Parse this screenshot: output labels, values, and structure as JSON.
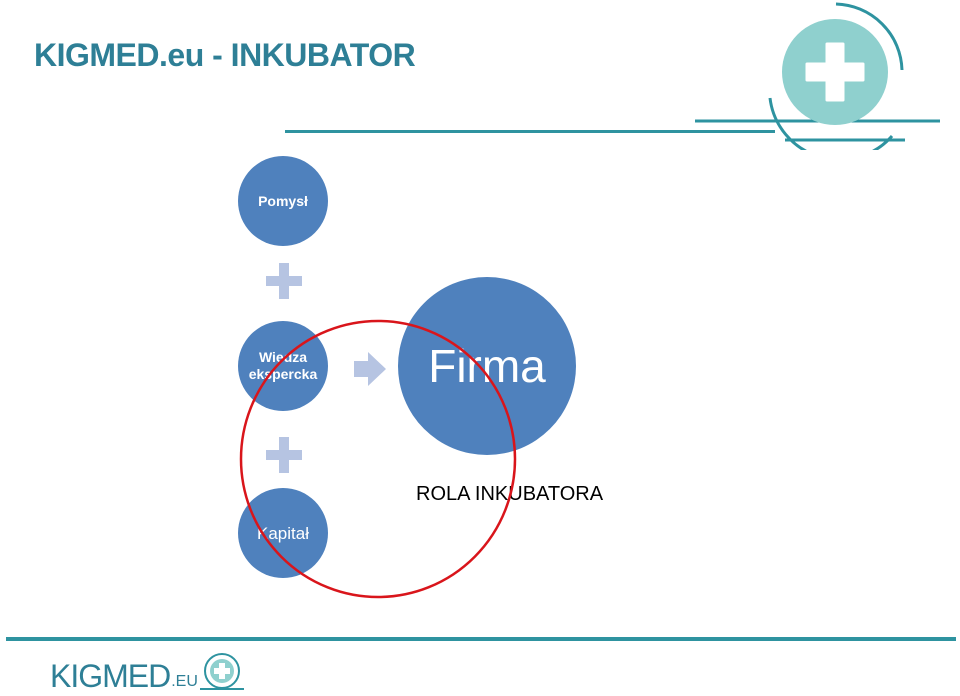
{
  "header": {
    "title": "KIGMED.eu - INKUBATOR"
  },
  "diagram": {
    "nodes": {
      "pomysl": "Pomysł",
      "wiedza_line1": "Wiedza",
      "wiedza_line2": "ekspercka",
      "kapital": "Kapitał",
      "firma": "Firma"
    },
    "annotation": "ROLA INKUBATORA"
  },
  "footer": {
    "logo_text": "KIGMED",
    "logo_suffix": ".EU"
  },
  "colors": {
    "brand_teal": "#2e7f96",
    "node_blue": "#4f81bd",
    "connector_light_blue": "#b6c4e2",
    "highlight_red": "#d9151b",
    "logo_mint": "#8fd0ce"
  }
}
